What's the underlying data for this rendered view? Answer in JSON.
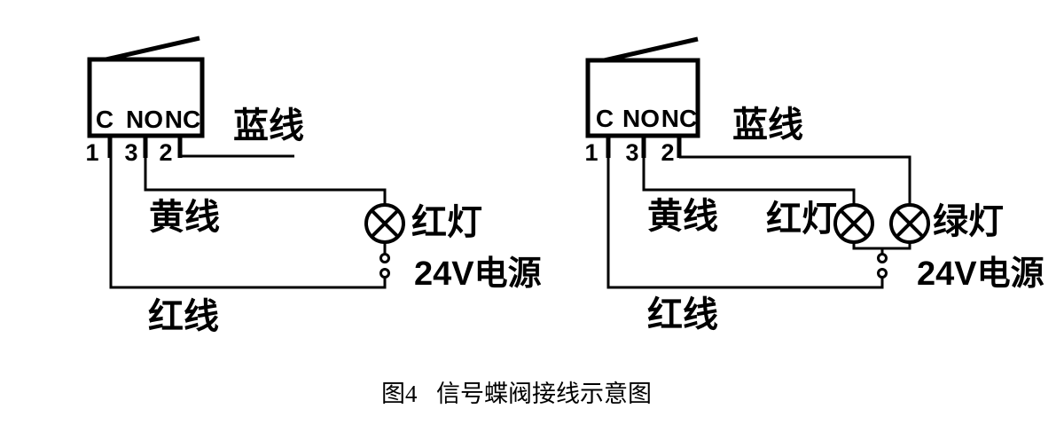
{
  "figure_caption": {
    "number": "图4",
    "title": "信号蝶阀接线示意图"
  },
  "colors": {
    "ink": "#000000",
    "background": "#ffffff"
  },
  "diagrams": [
    {
      "terminals": {
        "c": "C",
        "no": "NO",
        "nc": "NC"
      },
      "pin_numbers": {
        "c": "1",
        "no": "3",
        "nc": "2"
      },
      "wire_labels": {
        "blue": "蓝线",
        "yellow": "黄线",
        "red": "红线"
      },
      "lamps": [
        {
          "label": "红灯"
        }
      ],
      "power_label": "24V电源"
    },
    {
      "terminals": {
        "c": "C",
        "no": "NO",
        "nc": "NC"
      },
      "pin_numbers": {
        "c": "1",
        "no": "3",
        "nc": "2"
      },
      "wire_labels": {
        "blue": "蓝线",
        "yellow": "黄线",
        "red": "红线"
      },
      "lamps": [
        {
          "label": "红灯"
        },
        {
          "label": "绿灯"
        }
      ],
      "power_label": "24V电源"
    }
  ]
}
